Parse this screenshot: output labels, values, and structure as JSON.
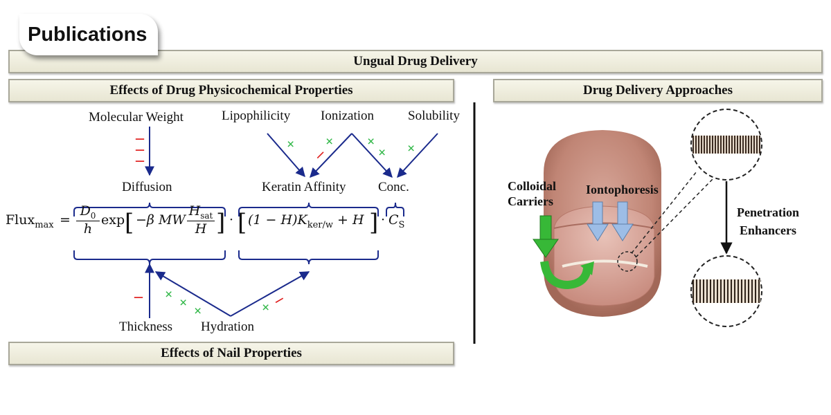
{
  "header": {
    "publications_label": "Publications",
    "main_title": "Ungual Drug Delivery",
    "left_title": "Effects of Drug Physicochemical Properties",
    "right_title": "Drug Delivery Approaches",
    "bottom_title": "Effects of Nail Properties"
  },
  "properties": {
    "molecular_weight": "Molecular Weight",
    "lipophilicity": "Lipophilicity",
    "ionization": "Ionization",
    "solubility": "Solubility",
    "diffusion": "Diffusion",
    "keratin_affinity": "Keratin Affinity",
    "conc": "Conc.",
    "thickness": "Thickness",
    "hydration": "Hydration"
  },
  "equation": {
    "flux": "Flux",
    "flux_sub": "max",
    "equals": "=",
    "d0": "D",
    "d0_sub": "0",
    "h": "h",
    "exp": "exp",
    "beta_mw": "−β MW",
    "hsat": "H",
    "hsat_sub": "sat",
    "H": "H",
    "dot": "·",
    "one_minus_h": "(1 − H)K",
    "k_sub": "ker/w",
    "plus_h": "+ H",
    "cs": "C",
    "cs_sub": "S"
  },
  "effect_marks": {
    "minus": "–",
    "plus": "×"
  },
  "approaches": {
    "colloidal": "Colloidal Carriers",
    "iontophoresis": "Iontophoresis",
    "penetration": "Penetration Enhancers"
  },
  "colors": {
    "arrow_blue": "#1a2a8c",
    "minus_red": "#e0201f",
    "plus_green": "#33b84a",
    "bar_fill": "#efeedd",
    "ion_arrow": "#9dbde6",
    "colloid_arrow": "#37b837"
  }
}
